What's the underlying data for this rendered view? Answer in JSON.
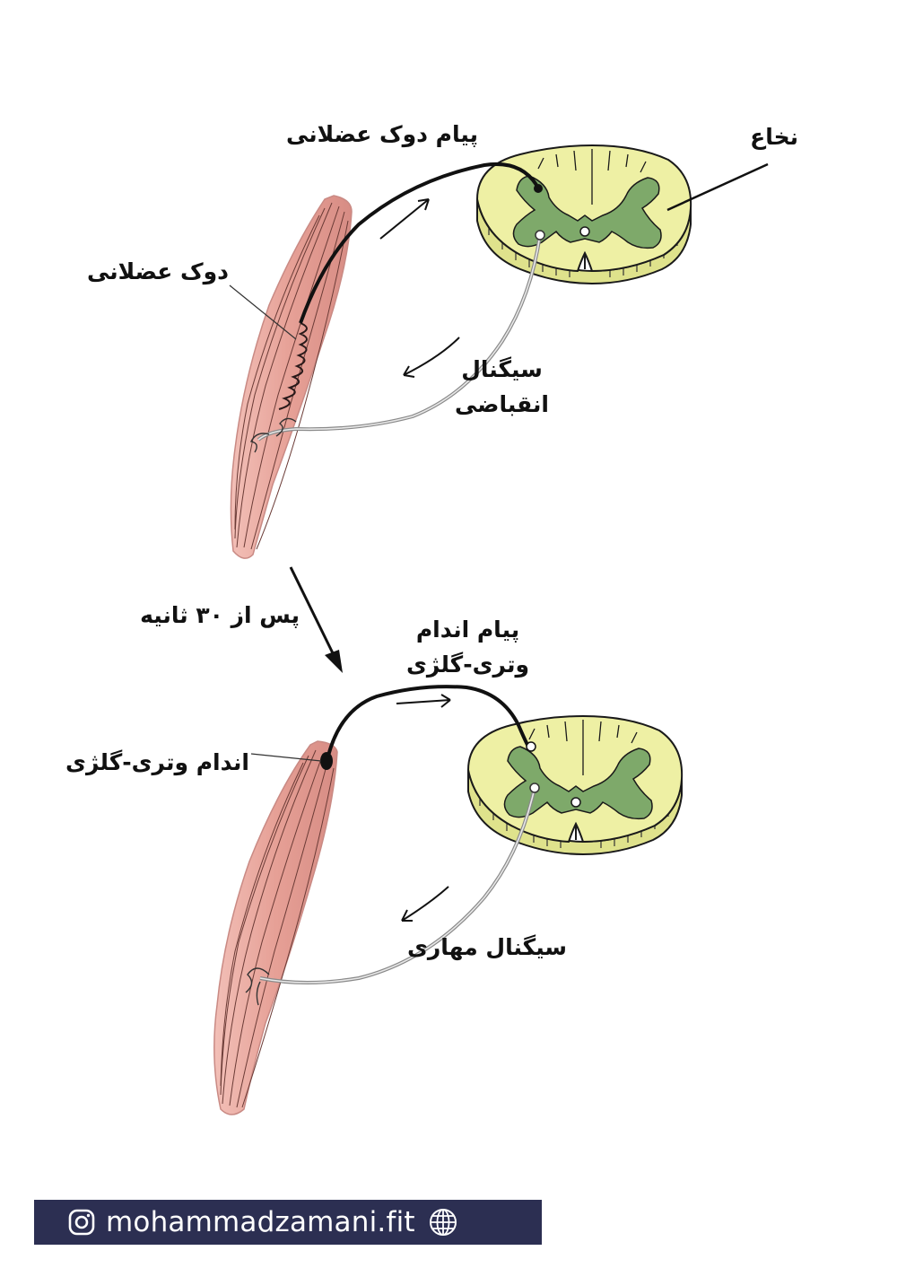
{
  "labels": {
    "spinal_cord": "نخاع",
    "spindle_message": "پیام دوک عضلانی",
    "muscle_spindle": "دوک عضلانی",
    "contraction_signal_line1": "سیگنال",
    "contraction_signal_line2": "انقباضی",
    "after_30_seconds": "پس از ۳۰ ثانیه",
    "gto_message_line1": "پیام اندام",
    "gto_message_line2": "وتری-گلژی",
    "golgi_tendon_organ": "اندام وتری-گلژی",
    "inhibitory_signal": "سیگنال مهاری"
  },
  "footer": {
    "handle": "mohammadzamani.fit",
    "icons": [
      "instagram-icon",
      "globe-icon"
    ],
    "background": "#2c2f52"
  },
  "colors": {
    "muscle": "#e9a79e",
    "muscle_fiber": "#6b3b36",
    "cord_white_matter": "#eef0a4",
    "cord_gray_matter": "#7ea96a",
    "nerve_motor": "#9a9a9a",
    "nerve_sensory": "#111111"
  }
}
